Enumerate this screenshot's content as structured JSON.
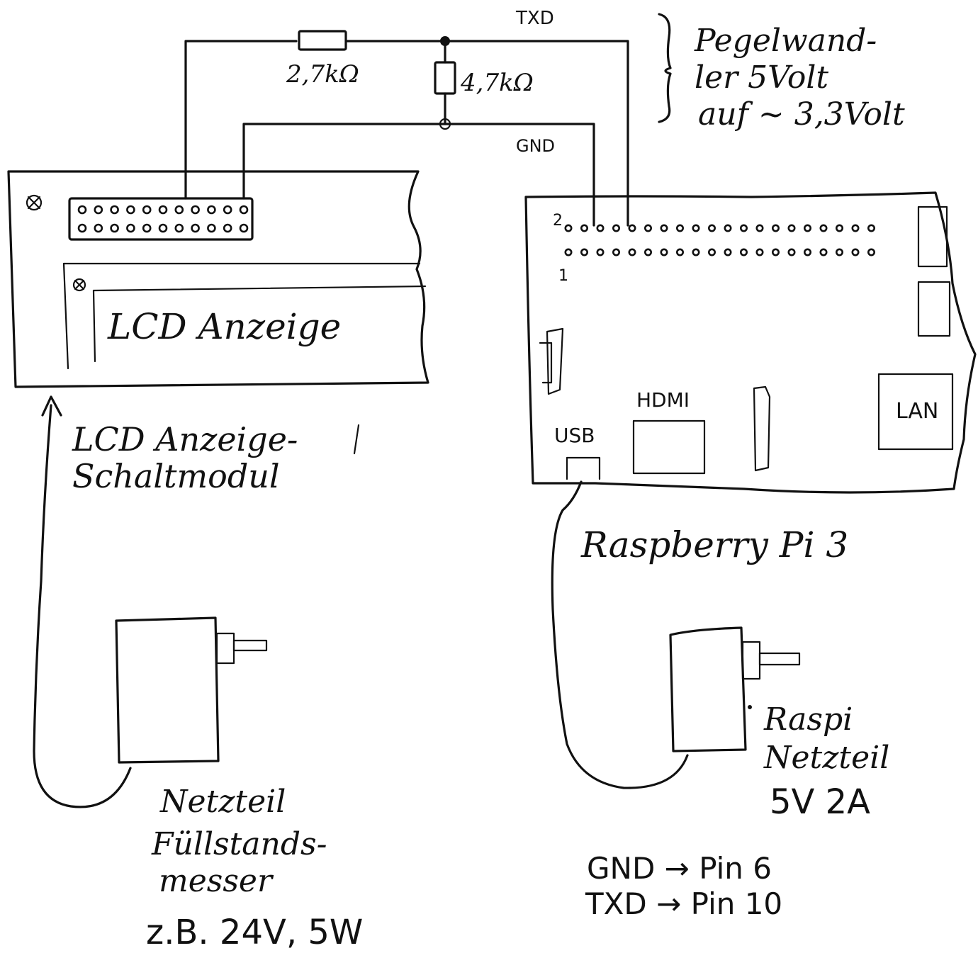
{
  "signals": {
    "txd": "TXD",
    "gnd": "GND"
  },
  "resistors": {
    "series": "2,7kΩ",
    "shunt": "4,7kΩ"
  },
  "level_shifter": {
    "line1": "Pegelwand-",
    "line2": "ler 5Volt",
    "line3": "auf ~ 3,3Volt"
  },
  "lcd_board": {
    "display_label": "LCD Anzeige",
    "module_line1": "LCD Anzeige-",
    "module_line2": "Schaltmodul"
  },
  "raspberry": {
    "title": "Raspberry Pi 3",
    "pin2_label": "2",
    "pin1_label": "1",
    "hdmi_label": "HDMI",
    "usb_label": "USB",
    "lan_label": "LAN"
  },
  "psu_lcd": {
    "line1": "Netzteil",
    "line2": "Füllstands-",
    "line3": "messer",
    "line4": "z.B. 24V, 5W"
  },
  "psu_raspi": {
    "line1": "Raspi",
    "line2": "Netzteil",
    "line3": "5V  2A"
  },
  "pin_mapping": {
    "gnd": "GND → Pin 6",
    "txd": "TXD → Pin 10"
  },
  "colors": {
    "ink": "#111111",
    "paper": "#ffffff"
  }
}
